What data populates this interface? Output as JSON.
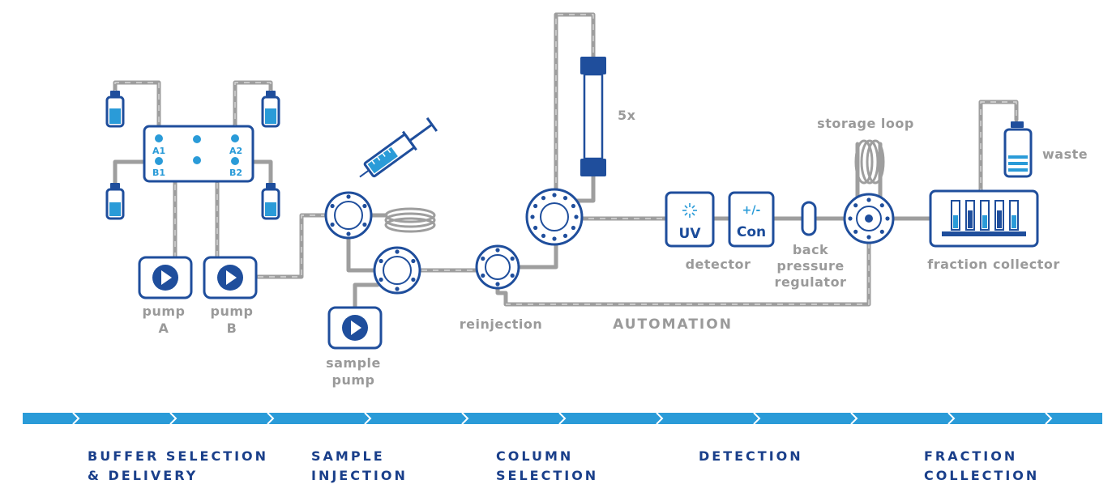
{
  "colors": {
    "dark_blue": "#1f4e9c",
    "light_blue": "#2a9bd8",
    "tubing_grey": "#9e9e9e",
    "label_grey": "#9a9a9a",
    "stage_label": "#1a3f8a",
    "progress_bar": "#2a9bd8"
  },
  "mixer": {
    "ports": [
      "A1",
      "A2",
      "B1",
      "B2"
    ]
  },
  "pumps": {
    "pump_a": [
      "pump",
      "A"
    ],
    "pump_b": [
      "pump",
      "B"
    ],
    "sample_pump": [
      "sample",
      "pump"
    ]
  },
  "labels": {
    "column_multiplier": "5x",
    "storage_loop": "storage loop",
    "waste": "waste",
    "reinjection": "reinjection",
    "automation": "AUTOMATION",
    "detector": "detector",
    "back_pressure_regulator": [
      "back",
      "pressure",
      "regulator"
    ],
    "fraction_collector": "fraction collector"
  },
  "detectors": {
    "uv_text": "UV",
    "conductivity_sign": "+/-",
    "conductivity_text": "Con"
  },
  "stages": [
    [
      "BUFFER SELECTION",
      "& DELIVERY"
    ],
    [
      "SAMPLE",
      "INJECTION"
    ],
    [
      "COLUMN",
      "SELECTION"
    ],
    [
      "DETECTION"
    ],
    [
      "FRACTION",
      "COLLECTION"
    ]
  ],
  "icons": [
    "bottle-icon",
    "play-icon",
    "syringe-icon",
    "valve-icon",
    "column-icon",
    "uv-detector-icon",
    "conductivity-detector-icon",
    "coil-icon",
    "fraction-collector-icon",
    "chevron-right-icon"
  ]
}
